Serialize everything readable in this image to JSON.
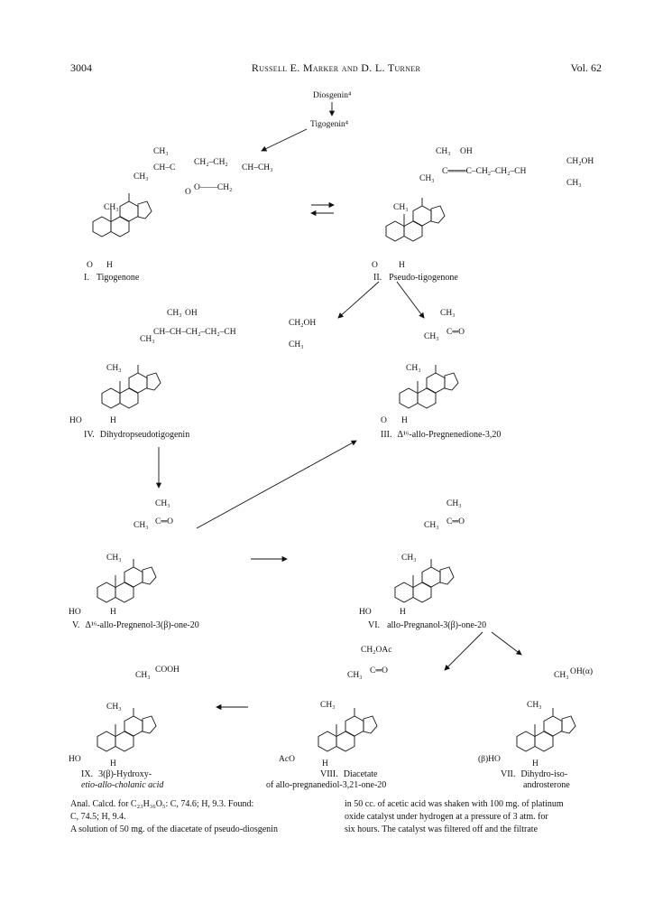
{
  "header": {
    "page_number": "3004",
    "authors": "Russell E. Marker and D. L. Turner",
    "volume": "Vol. 62"
  },
  "scheme": {
    "top_labels": {
      "diosgenin": "Diosgenin⁴",
      "tigogenin": "Tigogenin⁴"
    },
    "compounds": {
      "c1": {
        "numeral": "I.",
        "name": "Tigogenone"
      },
      "c2": {
        "numeral": "II.",
        "name": "Pseudo-tigogenone"
      },
      "c3": {
        "numeral": "III.",
        "name": "Δ¹⁶-allo-Pregnenedione-3,20"
      },
      "c4": {
        "numeral": "IV.",
        "name": "Dihydropseudotigogenin"
      },
      "c5": {
        "numeral": "V.",
        "name": "Δ¹⁶-allo-Pregnenol-3(β)-one-20"
      },
      "c6": {
        "numeral": "VI.",
        "name": "allo-Pregnanol-3(β)-one-20"
      },
      "c7": {
        "numeral": "VII.",
        "name_line1": "Dihydro-iso-",
        "name_line2": "androsterone"
      },
      "c8": {
        "numeral": "VIII.",
        "name_line1": "Diacetate",
        "name_line2": "of allo-pregnanediol-3,21-one-20"
      },
      "c9": {
        "numeral": "IX.",
        "name_line1": "3(β)-Hydroxy-",
        "name_line2": "etio-allo-cholanic acid"
      }
    },
    "atoms": {
      "ch3": "CH₃",
      "h": "H",
      "o": "O",
      "ho": "HO",
      "aco": "AcO",
      "beta_ho": "(β)HO",
      "oh": "OH",
      "oh_alpha": "OH(α)",
      "cooh": "COOH",
      "ch2oac": "CH₂OAc",
      "ch2oh": "CH₂OH",
      "c_eq_o": "C═O",
      "ch": "CH",
      "c": "C",
      "side_I_a": "CH–C",
      "side_I_b": "CH₂–CH₂",
      "side_I_c": "O——CH₂",
      "side_I_d": "CH–CH₃",
      "side_II": "C═══C–CH₂–CH₂–CH",
      "side_IV": "CH–CH–CH₂–CH₂–CH"
    }
  },
  "text": {
    "left_col": [
      "Anal.  Calcd. for C₂₃H₃₆O₅:  C, 74.6;  H, 9.3.  Found:",
      "C, 74.5;  H, 9.4.",
      "A solution of 50 mg. of the diacetate of pseudo-diosgenin"
    ],
    "right_col": [
      "in 50 cc. of acetic acid was shaken with 100 mg. of platinum",
      "oxide catalyst under hydrogen at a pressure of 3 atm. for",
      "six hours.  The catalyst was filtered off and the filtrate"
    ]
  }
}
